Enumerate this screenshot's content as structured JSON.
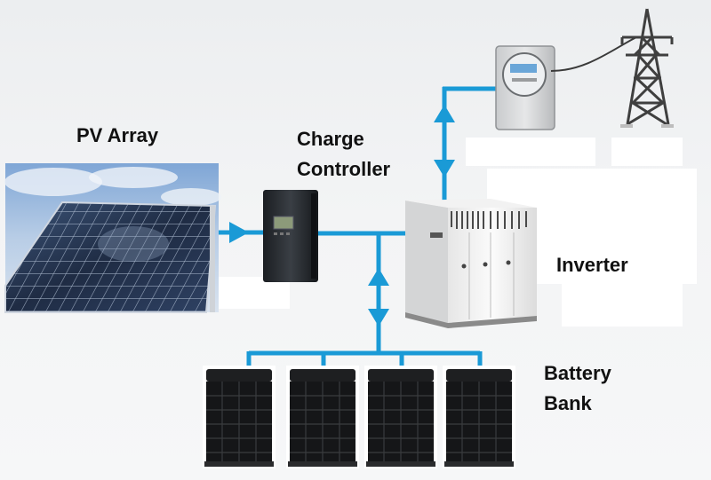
{
  "labels": {
    "pv_array": "PV Array",
    "charge_controller_line1": "Charge",
    "charge_controller_line2": "Controller",
    "inverter": "Inverter",
    "battery_bank_line1": "Battery",
    "battery_bank_line2": "Bank"
  },
  "colors": {
    "flow_line": "#1a9ad6",
    "panel_cell": "#2b3d5c",
    "background": "#eef0f2"
  },
  "components": [
    {
      "id": "pv-array",
      "icon": "solar-panel-icon"
    },
    {
      "id": "charge-controller",
      "icon": "charge-controller-icon"
    },
    {
      "id": "inverter",
      "icon": "inverter-cabinet-icon"
    },
    {
      "id": "meter",
      "icon": "utility-meter-icon"
    },
    {
      "id": "grid",
      "icon": "transmission-tower-icon"
    },
    {
      "id": "battery-bank",
      "icon": "battery-icon",
      "count": 4
    }
  ]
}
